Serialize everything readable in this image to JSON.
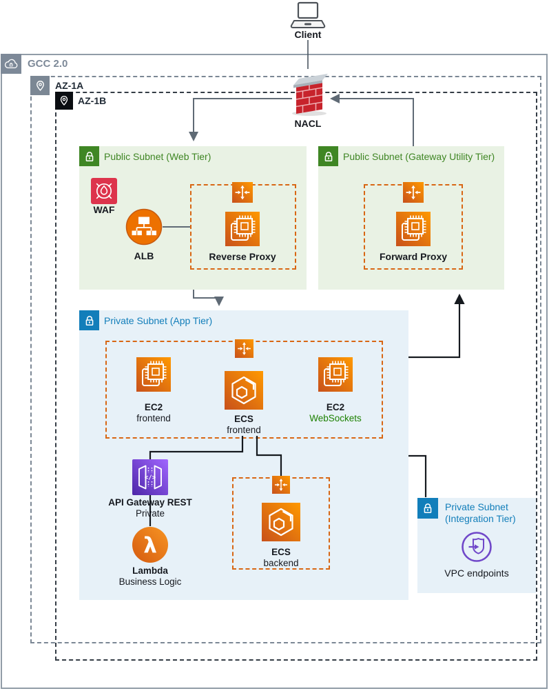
{
  "client": {
    "label": "Client",
    "icon": "laptop-icon"
  },
  "nacl": {
    "label": "NACL",
    "icon": "firewall-brick-icon"
  },
  "gcc": {
    "label": "GCC 2.0",
    "icon": "cloud-icon"
  },
  "az1a": {
    "label": "AZ-1A",
    "icon": "location-pin-icon"
  },
  "az1b": {
    "label": "AZ-1B",
    "icon": "location-pin-icon"
  },
  "web_tier": {
    "title": "Public Subnet (Web Tier)",
    "icon": "lock-icon",
    "waf": {
      "label": "WAF",
      "icon": "waf-icon"
    },
    "alb": {
      "label": "ALB",
      "icon": "load-balancer-icon"
    },
    "reverse_proxy": {
      "label": "Reverse Proxy",
      "icons": [
        "auto-scaling-icon",
        "ec2-instances-icon"
      ]
    }
  },
  "gateway_tier": {
    "title": "Public Subnet (Gateway Utility Tier)",
    "icon": "lock-icon",
    "forward_proxy": {
      "label": "Forward Proxy",
      "icons": [
        "auto-scaling-icon",
        "ec2-instances-icon"
      ]
    }
  },
  "app_tier": {
    "title": "Private Subnet (App Tier)",
    "icon": "lock-icon",
    "ec2_frontend": {
      "title": "EC2",
      "subtitle": "frontend",
      "icon": "ec2-instances-icon"
    },
    "ecs_frontend": {
      "title": "ECS",
      "subtitle": "frontend",
      "icon": "ecs-icon"
    },
    "ec2_websockets": {
      "title": "EC2",
      "subtitle": "WebSockets",
      "icon": "ec2-instances-icon"
    },
    "api_gateway": {
      "title": "API Gateway REST",
      "subtitle": "Private",
      "icon": "api-gateway-icon"
    },
    "lambda": {
      "title": "Lambda",
      "subtitle": "Business Logic",
      "icon": "lambda-icon"
    },
    "ecs_backend": {
      "title": "ECS",
      "subtitle": "backend",
      "icon": "ecs-icon"
    }
  },
  "integration_tier": {
    "title_line1": "Private Subnet",
    "title_line2": "(Integration Tier)",
    "icon": "lock-icon",
    "vpc_endpoints": {
      "label": "VPC endpoints",
      "icon": "vpc-endpoints-icon"
    }
  },
  "colors": {
    "public_subnet_bg": "#E9F2E4",
    "public_accent": "#3F8624",
    "private_subnet_bg": "#E7F1F8",
    "private_accent": "#127EBA",
    "orange_dashed_border": "#D86613",
    "orange_gradient_start": "#C8511B",
    "orange_gradient_end": "#FF9900",
    "api_gateway_gradient_start": "#4D27A8",
    "api_gateway_gradient_end": "#A166FF",
    "waf_red": "#DD344C",
    "lambda_orange": "#ED7100",
    "vpc_endpoint_purple": "#7048C9",
    "websockets_green": "#1D8102",
    "gcc_gray": "#7D8998",
    "az_gray": "#7B8794",
    "az_black": "#16191F",
    "gray_connector": "#5F6A75",
    "black_connector": "#15191E"
  }
}
